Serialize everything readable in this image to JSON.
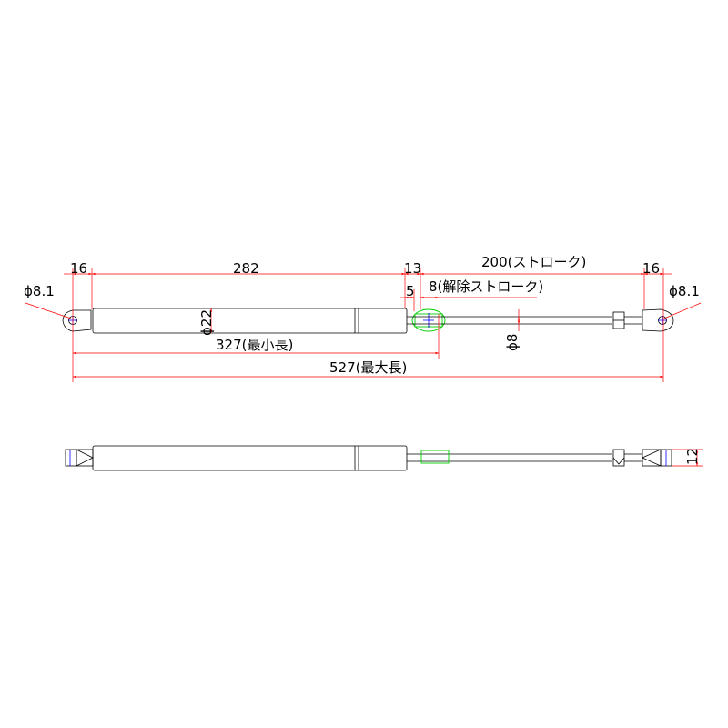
{
  "drawing": {
    "dimensions": {
      "eye_diameter_left": "ϕ8.1",
      "eye_length_left": "16",
      "body_length": "282",
      "gap_length": "13",
      "stroke": "200(ストローク)",
      "eye_length_right": "16",
      "eye_diameter_right": "ϕ8.1",
      "small_gap": "5",
      "release_stroke": "8(解除ストローク)",
      "body_diameter": "ϕ22",
      "rod_diameter": "ϕ8",
      "min_length": "327(最小長)",
      "max_length": "527(最大長)",
      "eye_width": "12"
    },
    "colors": {
      "line": "#000000",
      "dimension": "#ff0000",
      "highlight": "#00cc00",
      "center": "#0000ff"
    }
  }
}
